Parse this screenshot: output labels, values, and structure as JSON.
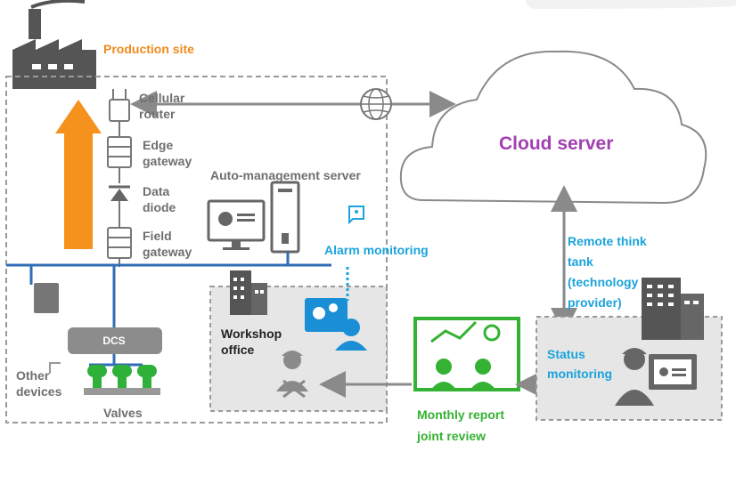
{
  "labels": {
    "production_site": "Production site",
    "cellular_router": "Cellular\nrouter",
    "edge_gateway": "Edge\ngateway",
    "data_diode": "Data\ndiode",
    "field_gateway": "Field\ngateway",
    "auto_management_server": "Auto-management server",
    "alarm_monitoring": "Alarm monitoring",
    "workshop_office": "Workshop\noffice",
    "dcs": "DCS",
    "other_devices": "Other\ndevices",
    "valves": "Valves",
    "cloud_server": "Cloud server",
    "remote_think_tank": "Remote think\ntank\n(technology\nprovider)",
    "status_monitoring": "Status\nmonitoring",
    "monthly_report": "Monthly report\njoint review"
  },
  "icons": [
    "factory-icon",
    "globe-icon",
    "router-icon",
    "gateway-icon",
    "diode-icon",
    "monitor-icon",
    "server-tower-icon",
    "notification-icon",
    "building-icon",
    "engineer-icon",
    "wrench-worker-icon",
    "valve-icon",
    "chart-board-icon"
  ],
  "colors": {
    "orange": "#f08a1c",
    "purple": "#a23fb2",
    "blue": "#1aa3dc",
    "green": "#34b233",
    "gray": "#8a8a8a",
    "bus_blue": "#2f6db5"
  }
}
